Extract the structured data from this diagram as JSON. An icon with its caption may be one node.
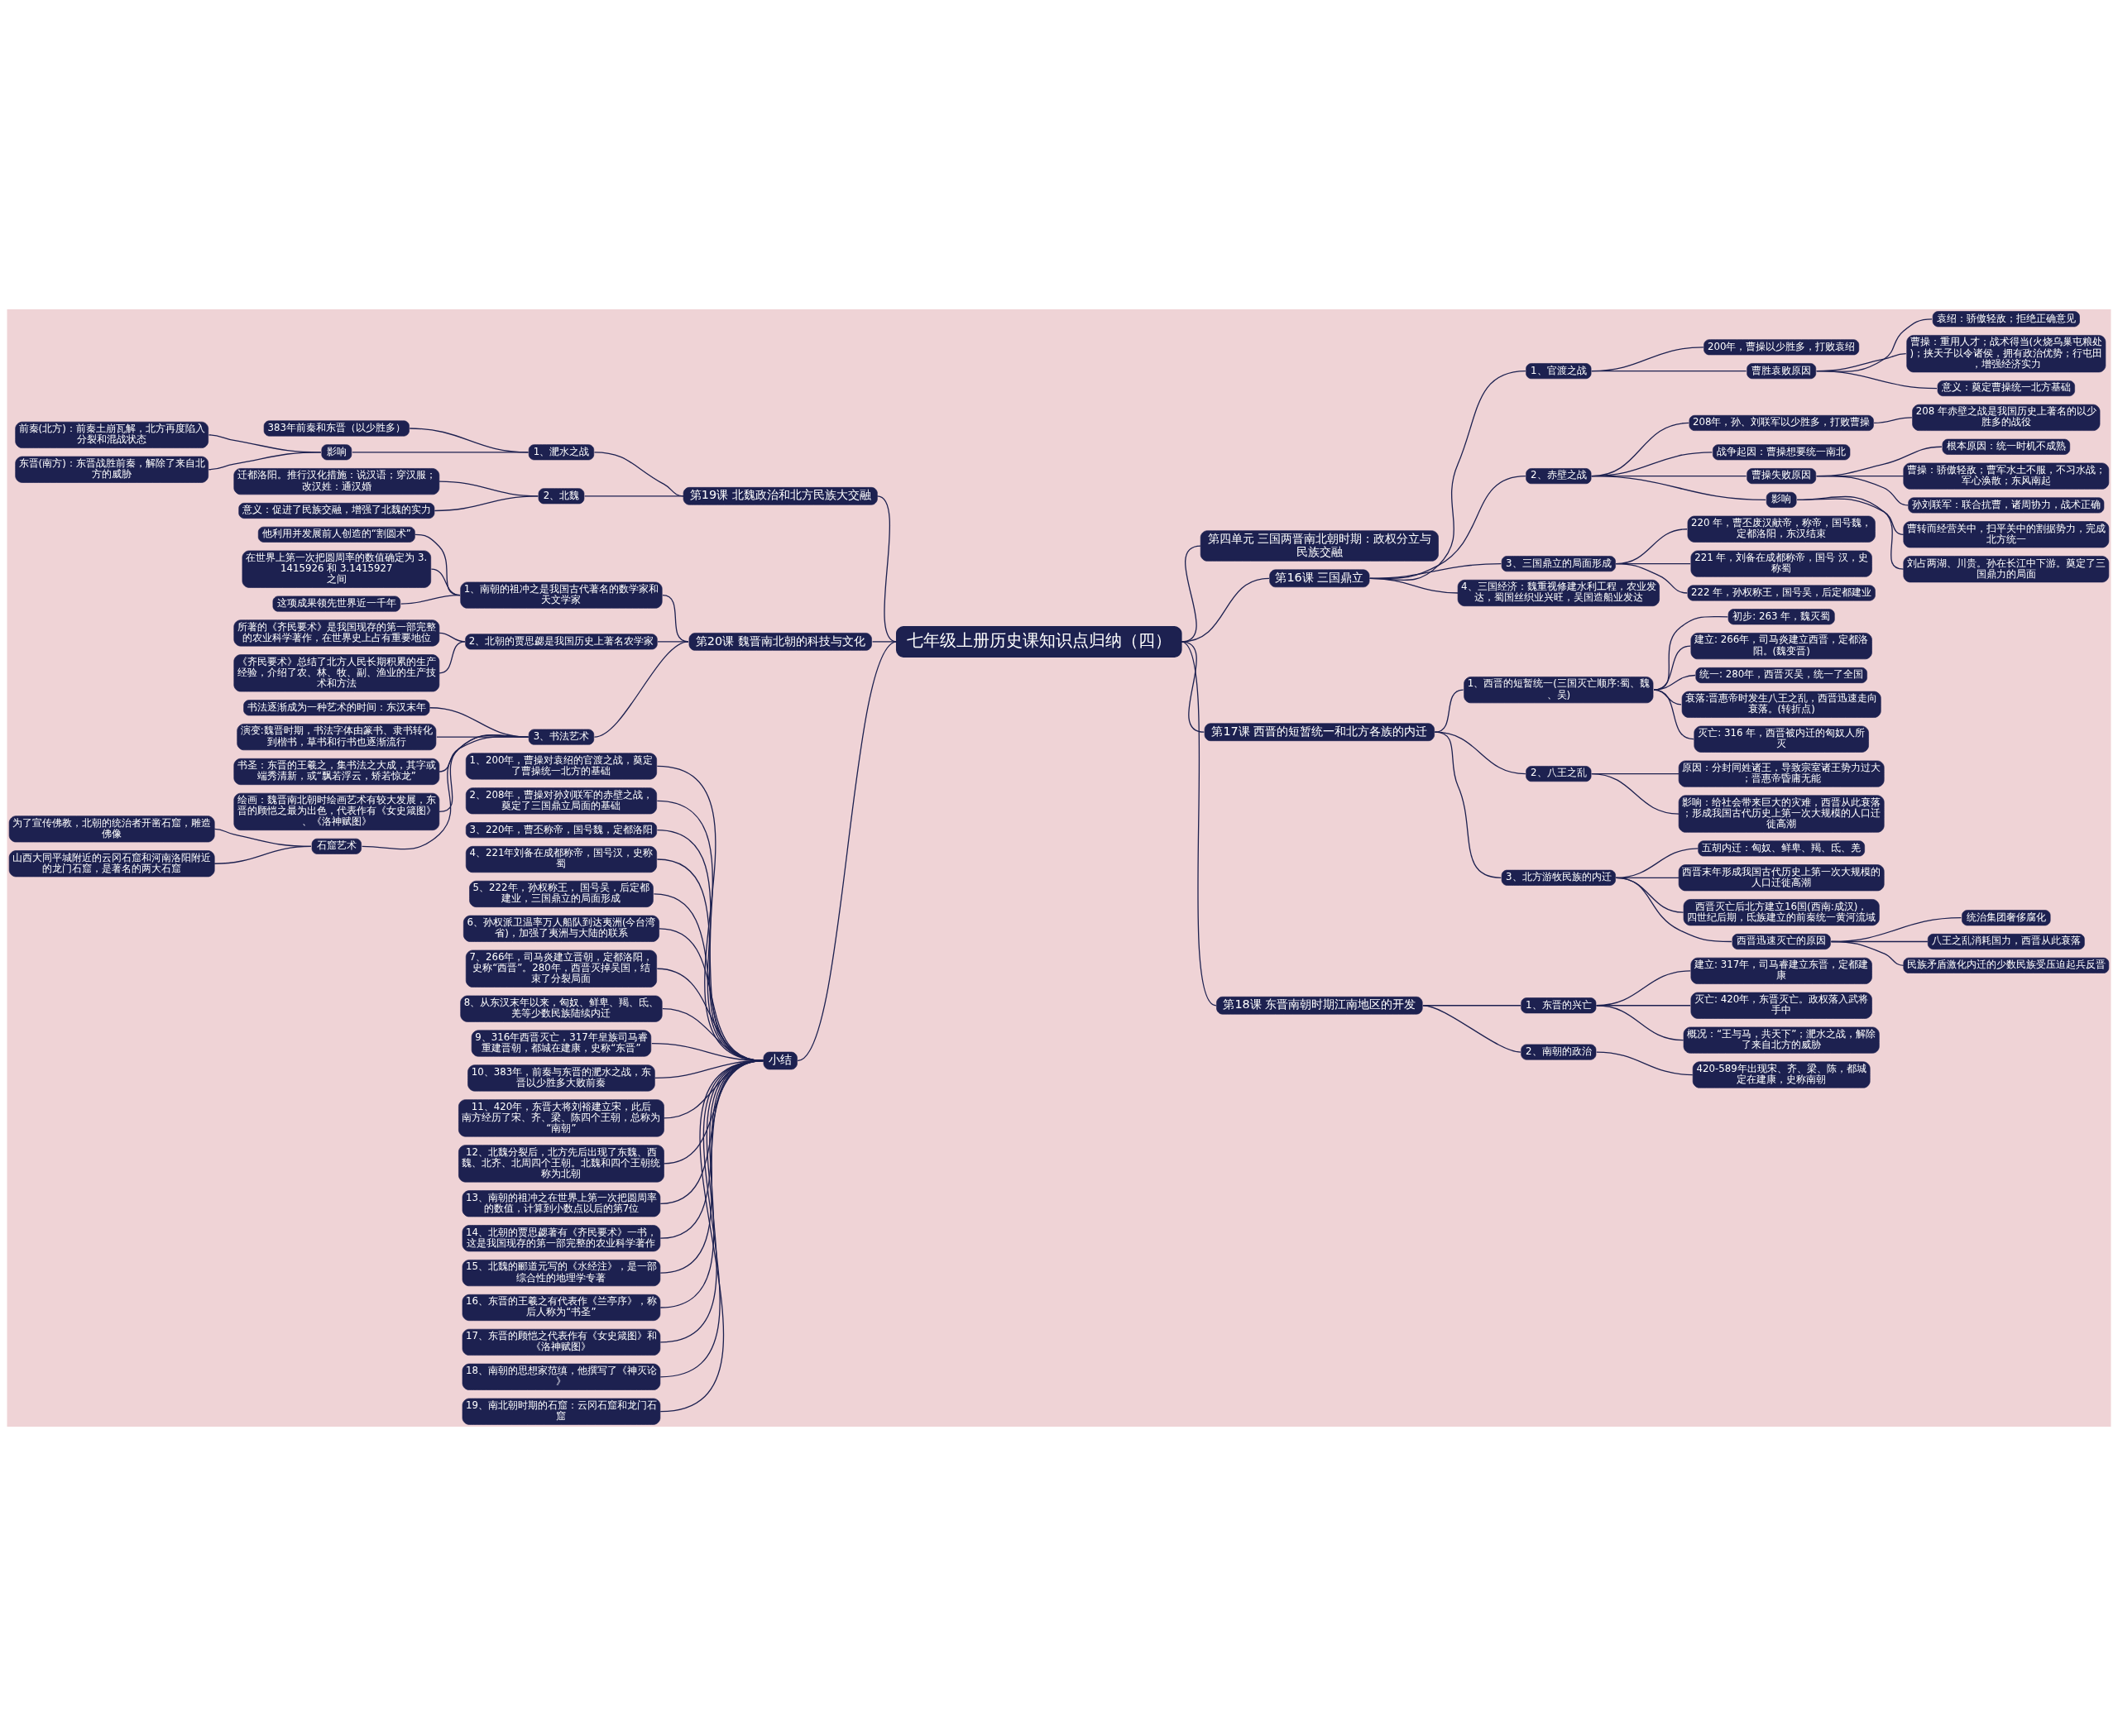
{
  "diagram": {
    "nodes": [
      {
        "text": [
          "七年级上册历史课知识点归纳（四）"
        ]
      },
      {
        "text": [
          "第四单元 三国两晋南北朝时期：政权分立与民族交融"
        ]
      },
      {
        "text": [
          "第16课 三国鼎立"
        ]
      },
      {
        "text": [
          "1、官渡之战"
        ]
      },
      {
        "text": [
          "200年，曹操以少胜多，打败袁绍"
        ]
      },
      {
        "text": [
          "曹胜袁败原因"
        ]
      },
      {
        "text": [
          "袁绍：骄傲轻敌；拒绝正确意见"
        ]
      },
      {
        "text": [
          "曹操：重用人才；战术得当(火烧乌巢屯粮处)；挟天子以令诸侯，拥有政治优势；行屯田，增强经济实力"
        ]
      },
      {
        "text": [
          "意义：奠定曹操统一北方基础"
        ]
      },
      {
        "text": [
          "2、赤壁之战"
        ]
      },
      {
        "text": [
          "208年，孙、刘联军以少胜多，打败曹操"
        ]
      },
      {
        "text": [
          "208 年赤壁之战是我国历史上著名的以少胜多的战役"
        ]
      },
      {
        "text": [
          "战争起因：曹操想要统一南北"
        ]
      },
      {
        "text": [
          "曹操失败原因"
        ]
      },
      {
        "text": [
          "根本原因：统一时机不成熟"
        ]
      },
      {
        "text": [
          "曹操：骄傲轻敌；曹军水土不服，不习水战；军心涣散；东风南起"
        ]
      },
      {
        "text": [
          "孙刘联军：联合抗曹，诸周协力，战术正确"
        ]
      },
      {
        "text": [
          "影响"
        ]
      },
      {
        "text": [
          "曹转而经营关中，扫平关中的割据势力，完成北方统一"
        ]
      },
      {
        "text": [
          "刘占两湖、川贵。孙在长江中下游。奠定了三国鼎力的局面"
        ]
      },
      {
        "text": [
          "3、三国鼎立的局面形成"
        ]
      },
      {
        "text": [
          "220 年，曹丕废汉献帝，称帝，国号魏，定都洛阳，东汉结束"
        ]
      },
      {
        "text": [
          "221 年，刘备在成都称帝，国号 汉，史称蜀"
        ]
      },
      {
        "text": [
          "222 年，孙权称王，国号吴，后定都建业"
        ]
      },
      {
        "text": [
          "4、三国经济：魏重视修建水利工程，农业发达，蜀国丝织业兴旺，吴国造船业发达"
        ]
      },
      {
        "text": [
          "第17课 西晋的短暂统一和北方各族的内迁"
        ]
      },
      {
        "text": [
          "1、西晋的短暂统一(三国灭亡顺序:蜀、魏、吴)"
        ]
      },
      {
        "text": [
          "初步: 263 年，魏灭蜀"
        ]
      },
      {
        "text": [
          "建立: 266年，司马炎建立西晋，定都洛阳。(魏变晋)"
        ]
      },
      {
        "text": [
          "统一: 280年，西晋灭吴，统一了全国"
        ]
      },
      {
        "text": [
          "衰落:晋惠帝时发生八王之乱，西晋迅速走向衰落。(转折点)"
        ]
      },
      {
        "text": [
          "灭亡: 316 年，西晋被内迁的匈奴人所灭"
        ]
      },
      {
        "text": [
          "2、八王之乱"
        ]
      },
      {
        "text": [
          "原因：分封同姓诸王，导致宗室诸王势力过大；晋惠帝昏庸无能"
        ]
      },
      {
        "text": [
          "影响：给社会带来巨大的灾难，西晋从此衰落；形成我国古代历史上第一次大规模的人口迁徙高潮"
        ]
      },
      {
        "text": [
          "3、北方游牧民族的内迁"
        ]
      },
      {
        "text": [
          "五胡内迁：匈奴、鲜卑、羯、氐、羌"
        ]
      },
      {
        "text": [
          "西晋末年形成我国古代历史上第一次大规模的人口迁徙高潮"
        ]
      },
      {
        "text": [
          "西晋灭亡后北方建立16国(西南:成汉)，四世纪后期，氐族建立的前秦统一黄河流域"
        ]
      },
      {
        "text": [
          "西晋迅速灭亡的原因"
        ]
      },
      {
        "text": [
          "统治集团奢侈腐化"
        ]
      },
      {
        "text": [
          "八王之乱消耗国力，西晋从此衰落"
        ]
      },
      {
        "text": [
          "民族矛盾激化内迁的少数民族受压迫起兵反晋"
        ]
      },
      {
        "text": [
          "第18课 东晋南朝时期江南地区的开发"
        ]
      },
      {
        "text": [
          "1、东晋的兴亡"
        ]
      },
      {
        "text": [
          "建立: 317年，司马睿建立东晋，定都建康"
        ]
      },
      {
        "text": [
          "灭亡: 420年，东晋灭亡。政权落入武将手中"
        ]
      },
      {
        "text": [
          "概况：“王与马，共天下”；淝水之战，解除了来自北方的威胁"
        ]
      },
      {
        "text": [
          "2、南朝的政治"
        ]
      },
      {
        "text": [
          "420-589年出现宋、齐、梁、陈，都城定在建康，史称南朝"
        ]
      },
      {
        "text": [
          "第19课 北魏政治和北方民族大交融"
        ]
      },
      {
        "text": [
          "1、淝水之战"
        ]
      },
      {
        "text": [
          "383年前秦和东晋（以少胜多）"
        ]
      },
      {
        "text": [
          "影响"
        ]
      },
      {
        "text": [
          "前秦(北方)：前秦土崩瓦解，北方再度陷入分裂和混战状态"
        ]
      },
      {
        "text": [
          "东晋(南方)：东晋战胜前秦，解除了来自北方的威胁"
        ]
      },
      {
        "text": [
          "2、北魏"
        ]
      },
      {
        "text": [
          "迁都洛阳。推行汉化措施：说汉语；穿汉服；改汉姓：通汉婚"
        ]
      },
      {
        "text": [
          "意义：促进了民族交融，增强了北魏的实力"
        ]
      },
      {
        "text": [
          "第20课 魏晋南北朝的科技与文化"
        ]
      },
      {
        "text": [
          "1、南朝的祖冲之是我国古代著名的数学家和天文学家"
        ]
      },
      {
        "text": [
          "他利用并发展前人创造的“割圆术”"
        ]
      },
      {
        "text": [
          "在世界上第一次把圆周率的数值确定为 3.1415926 和 3.1415927 之间"
        ]
      },
      {
        "text": [
          "这项成果领先世界近一千年"
        ]
      },
      {
        "text": [
          "2、北朝的贾思勰是我国历史上著名农学家"
        ]
      },
      {
        "text": [
          "所著的《齐民要术》是我国现存的第一部完整的农业科学著作，在世界史上占有重要地位"
        ]
      },
      {
        "text": [
          "《齐民要术》总结了北方人民长期积累的生产经验，介绍了农、林、牧、副、渔业的生产技术和方法"
        ]
      },
      {
        "text": [
          "3、书法艺术"
        ]
      },
      {
        "text": [
          "书法逐渐成为一种艺术的时间：东汉末年"
        ]
      },
      {
        "text": [
          "演变:魏晋时期，书法字体由篆书、隶书转化到楷书，草书和行书也逐渐流行"
        ]
      },
      {
        "text": [
          "书圣：东晋的王羲之，集书法之大成，其字或端秀清新，或“飘若浮云，矫若惊龙”"
        ]
      },
      {
        "text": [
          "绘画：魏晋南北朝时绘画艺术有较大发展，东晋的顾恺之最为出色，代表作有《女史箴图》、《洛神赋图》"
        ]
      },
      {
        "text": [
          "石窟艺术"
        ]
      },
      {
        "text": [
          "为了宣传佛教，北朝的统治者开凿石窟，雕造佛像"
        ]
      },
      {
        "text": [
          "山西大同平城附近的云冈石窟和河南洛阳附近的龙门石窟，是著名的两大石窟"
        ]
      },
      {
        "text": [
          "小结"
        ]
      },
      {
        "text": [
          "1、200年，曹操对袁绍的官渡之战，奠定了曹操统一北方的基础"
        ]
      },
      {
        "text": [
          "2、208年，曹操对孙刘联军的赤壁之战，奠定了三国鼎立局面的基础"
        ]
      },
      {
        "text": [
          "3、220年，曹丕称帝，国号魏，定都洛阳"
        ]
      },
      {
        "text": [
          "4、221年刘备在成都称帝，国号汉，史称蜀"
        ]
      },
      {
        "text": [
          "5、222年，孙权称王， 国号吴，后定都建业，三国鼎立的局面形成"
        ]
      },
      {
        "text": [
          "6、孙权派卫温率万人船队到达夷洲(今台湾省)，加强了夷洲与大陆的联系"
        ]
      },
      {
        "text": [
          "7、266年，司马炎建立晋朝，定都洛阳，史称“西晋”。280年，西晋灭掉吴国，结束了分裂局面"
        ]
      },
      {
        "text": [
          "8、从东汉末年以来，匈奴、鲜卑、羯、氐、羌等少数民族陆续内迁"
        ]
      },
      {
        "text": [
          "9、316年西晋灭亡，317年皇族司马睿重建晋朝，都城在建康，史称“东晋”"
        ]
      },
      {
        "text": [
          "10、383年，前秦与东晋的淝水之战，东晋以少胜多大败前秦"
        ]
      },
      {
        "text": [
          "11、420年，东晋大将刘裕建立宋，此后南方经历了宋、齐、梁、陈四个王朝，总称为“南朝”"
        ]
      },
      {
        "text": [
          "12、北魏分裂后，北方先后出现了东魏、西魏、北齐、北周四个王朝。北魏和四个王朝统称为北朝"
        ]
      },
      {
        "text": [
          "13、南朝的祖冲之在世界上第一次把圆周率的数值，计算到小数点以后的第7位"
        ]
      },
      {
        "text": [
          "14、北朝的贾思勰著有《齐民要术》一书，这是我国现存的第一部完整的农业科学著作"
        ]
      },
      {
        "text": [
          "15、北魏的郦道元写的《水经注》，是一部综合性的地理学专著"
        ]
      },
      {
        "text": [
          "16、东晋的王羲之有代表作《兰亭序》，称后人称为“书圣”"
        ]
      },
      {
        "text": [
          "17、东晋的顾恺之代表作有《女史箴图》和《洛神赋图》"
        ]
      },
      {
        "text": [
          "18、南朝的思想家范缜，他撰写了《神灭论》"
        ]
      },
      {
        "text": [
          "19、南北朝时期的石窟：云冈石窟和龙门石窟"
        ]
      }
    ],
    "edges": [
      {
        "from": 0,
        "to": 1,
        "arrow": "none"
      },
      {
        "from": 0,
        "to": 2,
        "arrow": "none"
      },
      {
        "from": 2,
        "to": 3,
        "arrow": "none"
      },
      {
        "from": 3,
        "to": 4,
        "arrow": "none"
      },
      {
        "from": 3,
        "to": 5,
        "arrow": "none"
      },
      {
        "from": 5,
        "to": 6,
        "arrow": "none"
      },
      {
        "from": 5,
        "to": 7,
        "arrow": "none"
      },
      {
        "from": 5,
        "to": 8,
        "arrow": "none"
      },
      {
        "from": 2,
        "to": 9,
        "arrow": "none"
      },
      {
        "from": 9,
        "to": 10,
        "arrow": "none"
      },
      {
        "from": 10,
        "to": 11,
        "arrow": "none"
      },
      {
        "from": 9,
        "to": 12,
        "arrow": "none"
      },
      {
        "from": 9,
        "to": 13,
        "arrow": "none"
      },
      {
        "from": 13,
        "to": 14,
        "arrow": "none"
      },
      {
        "from": 13,
        "to": 15,
        "arrow": "none"
      },
      {
        "from": 13,
        "to": 16,
        "arrow": "none"
      },
      {
        "from": 9,
        "to": 17,
        "arrow": "none"
      },
      {
        "from": 17,
        "to": 18,
        "arrow": "none"
      },
      {
        "from": 17,
        "to": 19,
        "arrow": "none"
      },
      {
        "from": 2,
        "to": 20,
        "arrow": "none"
      },
      {
        "from": 20,
        "to": 21,
        "arrow": "none"
      },
      {
        "from": 20,
        "to": 22,
        "arrow": "none"
      },
      {
        "from": 20,
        "to": 23,
        "arrow": "none"
      },
      {
        "from": 2,
        "to": 24,
        "arrow": "none"
      },
      {
        "from": 0,
        "to": 25,
        "arrow": "none"
      },
      {
        "from": 25,
        "to": 26,
        "arrow": "none"
      },
      {
        "from": 26,
        "to": 27,
        "arrow": "none"
      },
      {
        "from": 26,
        "to": 28,
        "arrow": "none"
      },
      {
        "from": 26,
        "to": 29,
        "arrow": "none"
      },
      {
        "from": 26,
        "to": 30,
        "arrow": "none"
      },
      {
        "from": 26,
        "to": 31,
        "arrow": "none"
      },
      {
        "from": 25,
        "to": 32,
        "arrow": "none"
      },
      {
        "from": 32,
        "to": 33,
        "arrow": "none"
      },
      {
        "from": 32,
        "to": 34,
        "arrow": "none"
      },
      {
        "from": 25,
        "to": 35,
        "arrow": "none"
      },
      {
        "from": 35,
        "to": 36,
        "arrow": "none"
      },
      {
        "from": 35,
        "to": 37,
        "arrow": "none"
      },
      {
        "from": 35,
        "to": 38,
        "arrow": "none"
      },
      {
        "from": 35,
        "to": 39,
        "arrow": "none"
      },
      {
        "from": 39,
        "to": 40,
        "arrow": "none"
      },
      {
        "from": 39,
        "to": 41,
        "arrow": "none"
      },
      {
        "from": 39,
        "to": 42,
        "arrow": "none"
      },
      {
        "from": 0,
        "to": 43,
        "arrow": "none"
      },
      {
        "from": 43,
        "to": 44,
        "arrow": "none"
      },
      {
        "from": 44,
        "to": 45,
        "arrow": "none"
      },
      {
        "from": 44,
        "to": 46,
        "arrow": "none"
      },
      {
        "from": 44,
        "to": 47,
        "arrow": "none"
      },
      {
        "from": 43,
        "to": 48,
        "arrow": "none"
      },
      {
        "from": 48,
        "to": 49,
        "arrow": "none"
      },
      {
        "from": 0,
        "to": 50,
        "arrow": "none"
      },
      {
        "from": 50,
        "to": 51,
        "arrow": "none"
      },
      {
        "from": 51,
        "to": 52,
        "arrow": "none"
      },
      {
        "from": 51,
        "to": 53,
        "arrow": "none"
      },
      {
        "from": 53,
        "to": 54,
        "arrow": "none"
      },
      {
        "from": 53,
        "to": 55,
        "arrow": "none"
      },
      {
        "from": 50,
        "to": 56,
        "arrow": "none"
      },
      {
        "from": 56,
        "to": 57,
        "arrow": "none"
      },
      {
        "from": 56,
        "to": 58,
        "arrow": "none"
      },
      {
        "from": 0,
        "to": 59,
        "arrow": "none"
      },
      {
        "from": 59,
        "to": 60,
        "arrow": "none"
      },
      {
        "from": 60,
        "to": 61,
        "arrow": "none"
      },
      {
        "from": 60,
        "to": 62,
        "arrow": "none"
      },
      {
        "from": 60,
        "to": 63,
        "arrow": "none"
      },
      {
        "from": 59,
        "to": 64,
        "arrow": "none"
      },
      {
        "from": 64,
        "to": 65,
        "arrow": "none"
      },
      {
        "from": 64,
        "to": 66,
        "arrow": "none"
      },
      {
        "from": 59,
        "to": 67,
        "arrow": "none"
      },
      {
        "from": 67,
        "to": 68,
        "arrow": "none"
      },
      {
        "from": 67,
        "to": 69,
        "arrow": "none"
      },
      {
        "from": 67,
        "to": 70,
        "arrow": "none"
      },
      {
        "from": 67,
        "to": 71,
        "arrow": "none"
      },
      {
        "from": 67,
        "to": 72,
        "arrow": "none"
      },
      {
        "from": 72,
        "to": 73,
        "arrow": "none"
      },
      {
        "from": 72,
        "to": 74,
        "arrow": "none"
      },
      {
        "from": 0,
        "to": 75,
        "arrow": "none"
      },
      {
        "from": 75,
        "to": 76,
        "arrow": "none"
      },
      {
        "from": 75,
        "to": 77,
        "arrow": "none"
      },
      {
        "from": 75,
        "to": 78,
        "arrow": "none"
      },
      {
        "from": 75,
        "to": 79,
        "arrow": "none"
      },
      {
        "from": 75,
        "to": 80,
        "arrow": "none"
      },
      {
        "from": 75,
        "to": 81,
        "arrow": "none"
      },
      {
        "from": 75,
        "to": 82,
        "arrow": "none"
      },
      {
        "from": 75,
        "to": 83,
        "arrow": "none"
      },
      {
        "from": 75,
        "to": 84,
        "arrow": "none"
      },
      {
        "from": 75,
        "to": 85,
        "arrow": "none"
      },
      {
        "from": 75,
        "to": 86,
        "arrow": "none"
      },
      {
        "from": 75,
        "to": 87,
        "arrow": "none"
      },
      {
        "from": 75,
        "to": 88,
        "arrow": "none"
      },
      {
        "from": 75,
        "to": 89,
        "arrow": "none"
      },
      {
        "from": 75,
        "to": 90,
        "arrow": "none"
      },
      {
        "from": 75,
        "to": 91,
        "arrow": "none"
      },
      {
        "from": 75,
        "to": 92,
        "arrow": "none"
      },
      {
        "from": 75,
        "to": 93,
        "arrow": "none"
      },
      {
        "from": 75,
        "to": 94,
        "arrow": "none"
      }
    ]
  }
}
